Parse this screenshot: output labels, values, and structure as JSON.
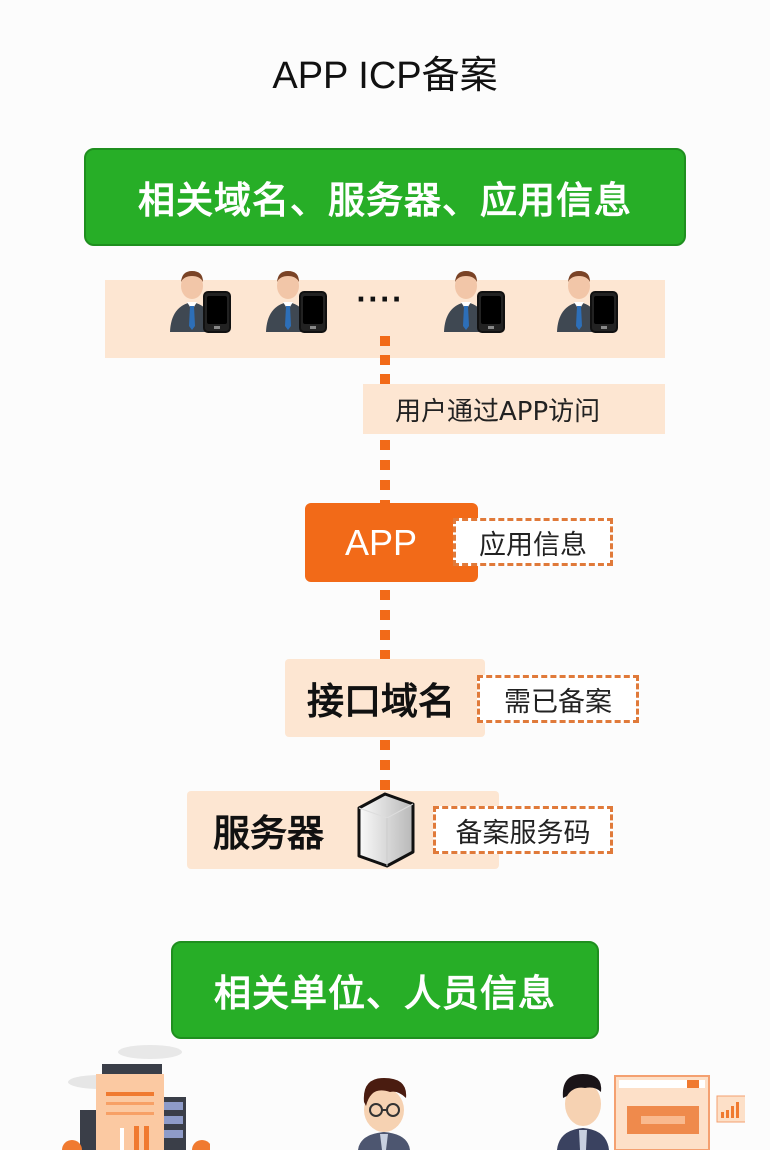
{
  "title": "APP ICP备案",
  "top_box": {
    "label": "相关域名、服务器、应用信息",
    "color": "#27ae27"
  },
  "users": {
    "icons": [
      "user-with-phone-icon",
      "user-with-phone-icon",
      "user-with-phone-icon",
      "user-with-phone-icon"
    ],
    "ellipsis": "····"
  },
  "access_label": "用户通过APP访问",
  "app": {
    "label": "APP",
    "color": "#f26a18",
    "note": "应用信息"
  },
  "domain": {
    "label": "接口域名",
    "note": "需已备案"
  },
  "server": {
    "label": "服务器",
    "icon": "server-icon",
    "note": "备案服务码"
  },
  "bottom_box": {
    "label": "相关单位、人员信息",
    "color": "#27ae27"
  },
  "bottom_illustrations": [
    "office-building-icon",
    "person-with-glasses-icon",
    "person-with-web-dashboard-icon"
  ],
  "colors": {
    "accent_orange": "#f26a18",
    "peach_bg": "#fde6d2",
    "green": "#27ae27",
    "dash_border": "#e07a3a"
  }
}
